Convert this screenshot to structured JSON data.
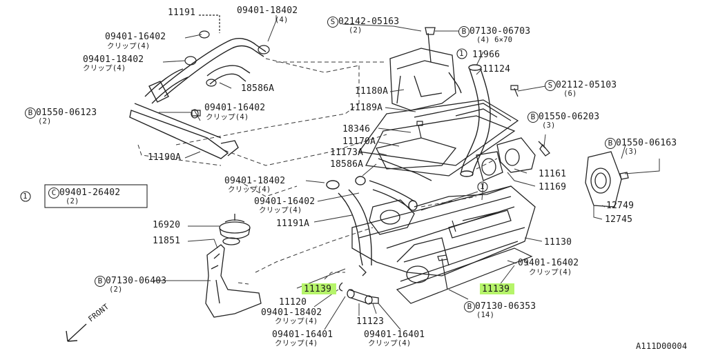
{
  "highlight_color": "#b6f46a",
  "labels": {
    "p11191": "11191",
    "p09401_18402_top": "09401-18402",
    "p09401_18402_top_qty": "(4)",
    "p09401_16402_left": "09401-16402",
    "p09401_16402_left_sub": "クリップ(4)",
    "p09401_18402_left": "09401-18402",
    "p09401_18402_left_sub": "クリップ(4)",
    "p18586A_top": "18586A",
    "p01550_06123": "01550-06123",
    "p01550_06123_qty": "(2)",
    "p09401_16402_mid": "09401-16402",
    "p09401_16402_mid_sub": "クリップ(4)",
    "p11190A": "11190A",
    "p02142_05163": "02142-05163",
    "p02142_05163_qty": "(2)",
    "p07130_06703": "07130-06703",
    "p07130_06703_qty": "(4) 6×70",
    "p11966": "11966",
    "p11124": "11124",
    "p11180A": "11180A",
    "p11189A": "11189A",
    "p02112_05103": "02112-05103",
    "p02112_05103_qty": "(6)",
    "p01550_06203": "01550-06203",
    "p01550_06203_qty": "(3)",
    "p18346": "18346",
    "p11170A": "11170A",
    "p11173A": "11173A",
    "p18586A_mid": "18586A",
    "p01550_06163": "01550-06163",
    "p01550_06163_qty": "(3)",
    "p11161": "11161",
    "p11169": "11169",
    "p09401_18402_mid": "09401-18402",
    "p09401_18402_mid_sub": "クリップ(4)",
    "p09401_26402": "09401-26402",
    "p09401_26402_qty": "(2)",
    "p09401_16402_low": "09401-16402",
    "p09401_16402_low_sub": "クリップ(4)",
    "p11191A": "11191A",
    "p12749": "12749",
    "p12745": "12745",
    "p16920": "16920",
    "p11851": "11851",
    "p11130": "11130",
    "p09401_16402_right": "09401-16402",
    "p09401_16402_right_sub": "クリップ(4)",
    "p07130_06403": "07130-06403",
    "p07130_06403_qty": "(2)",
    "p11139_left": "11139",
    "p11139_right": "11139",
    "p11120": "11120",
    "p09401_18402_bot": "09401-18402",
    "p09401_18402_bot_sub": "クリップ(4)",
    "p07130_06353": "07130-06353",
    "p07130_06353_qty": "(14)",
    "p11123": "11123",
    "p09401_16401_a": "09401-16401",
    "p09401_16401_a_sub": "クリップ(4)",
    "p09401_16401_b": "09401-16401",
    "p09401_16401_b_sub": "クリップ(4)",
    "front": "FRONT",
    "code": "A111D00004",
    "circ_S": "S",
    "circ_B": "B",
    "circ_C": "C",
    "circ_1": "1"
  }
}
